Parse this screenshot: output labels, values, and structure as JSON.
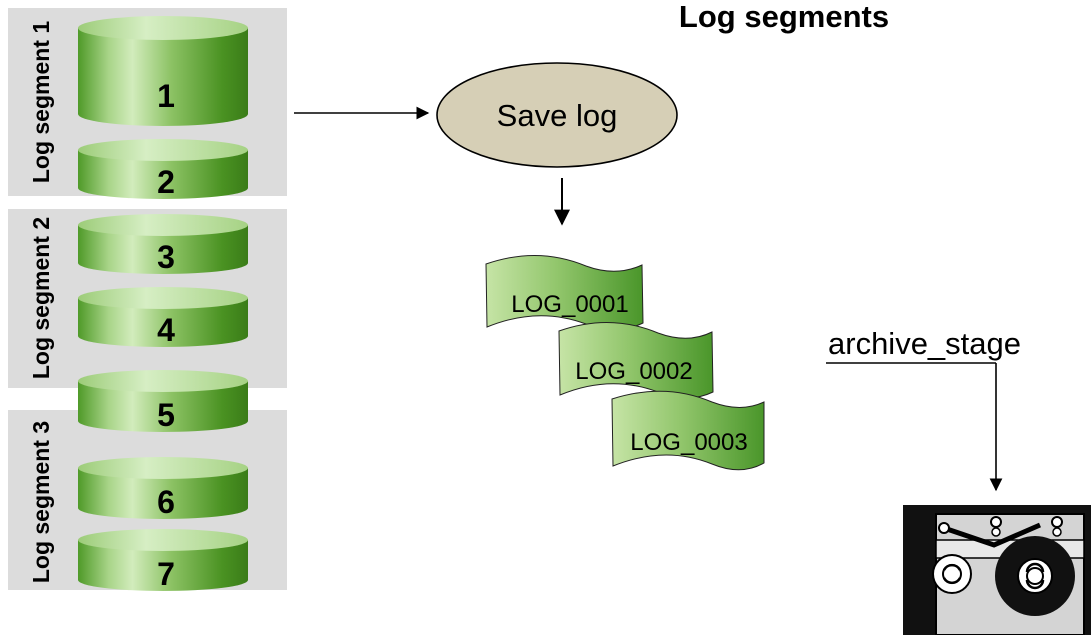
{
  "title": "Log segments",
  "segments": [
    {
      "label": "Log segment 1"
    },
    {
      "label": "Log segment 2"
    },
    {
      "label": "Log segment 3"
    }
  ],
  "volumes": [
    "1",
    "2",
    "3",
    "4",
    "5",
    "6",
    "7"
  ],
  "save_log": {
    "label": "Save log"
  },
  "log_files": [
    "LOG_0001",
    "LOG_0002",
    "LOG_0003"
  ],
  "archive": {
    "label": "archive_stage",
    "icon": "tape-drive-icon"
  },
  "colors": {
    "segment_bg": "#dcdcdc",
    "volume_green_dark": "#3e8a1c",
    "volume_green_light": "#c8e6a8",
    "save_log_fill": "#d6cfb6",
    "log_file_light": "#c2e2a0",
    "log_file_dark": "#4e9a2a"
  }
}
